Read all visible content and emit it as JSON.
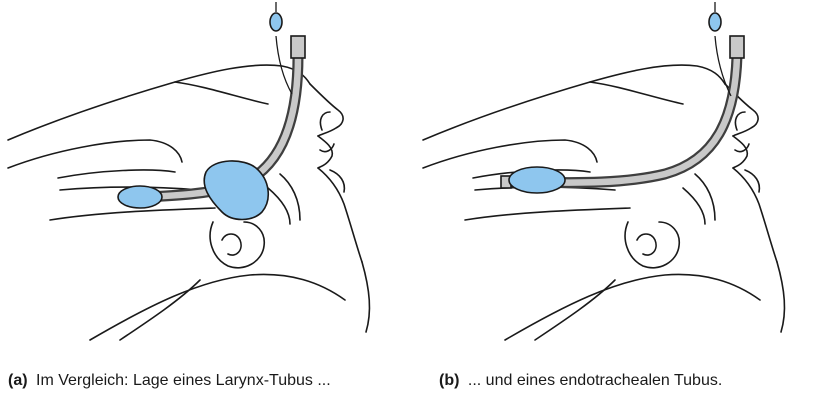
{
  "figure": {
    "panels": [
      {
        "label": "(a)",
        "caption": "Im Vergleich: Lage eines Larynx-Tubus ...",
        "device": "Larynx-Tubus"
      },
      {
        "label": "(b)",
        "caption": "... und eines endotrachealen Tubus.",
        "device": "endotrachealer Tubus"
      }
    ]
  },
  "colors": {
    "cuff": "#8ec6ee",
    "tube_outline": "#3f3f3f",
    "tube_fill": "#c9c9c9",
    "line": "#1a1a1a"
  }
}
